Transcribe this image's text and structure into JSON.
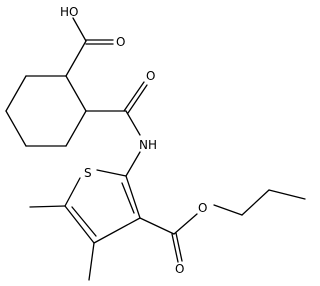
{
  "atoms": {
    "carboxylic_acid_oh": "HO",
    "carboxylic_acid_o": "O",
    "amide_o": "O",
    "amide_nh": "NH",
    "thiophene_s": "S",
    "ester_o_carbonyl": "O",
    "ester_o_ether": "O"
  },
  "colors": {
    "bond": "#000000",
    "text": "#000000",
    "background": "#ffffff"
  }
}
